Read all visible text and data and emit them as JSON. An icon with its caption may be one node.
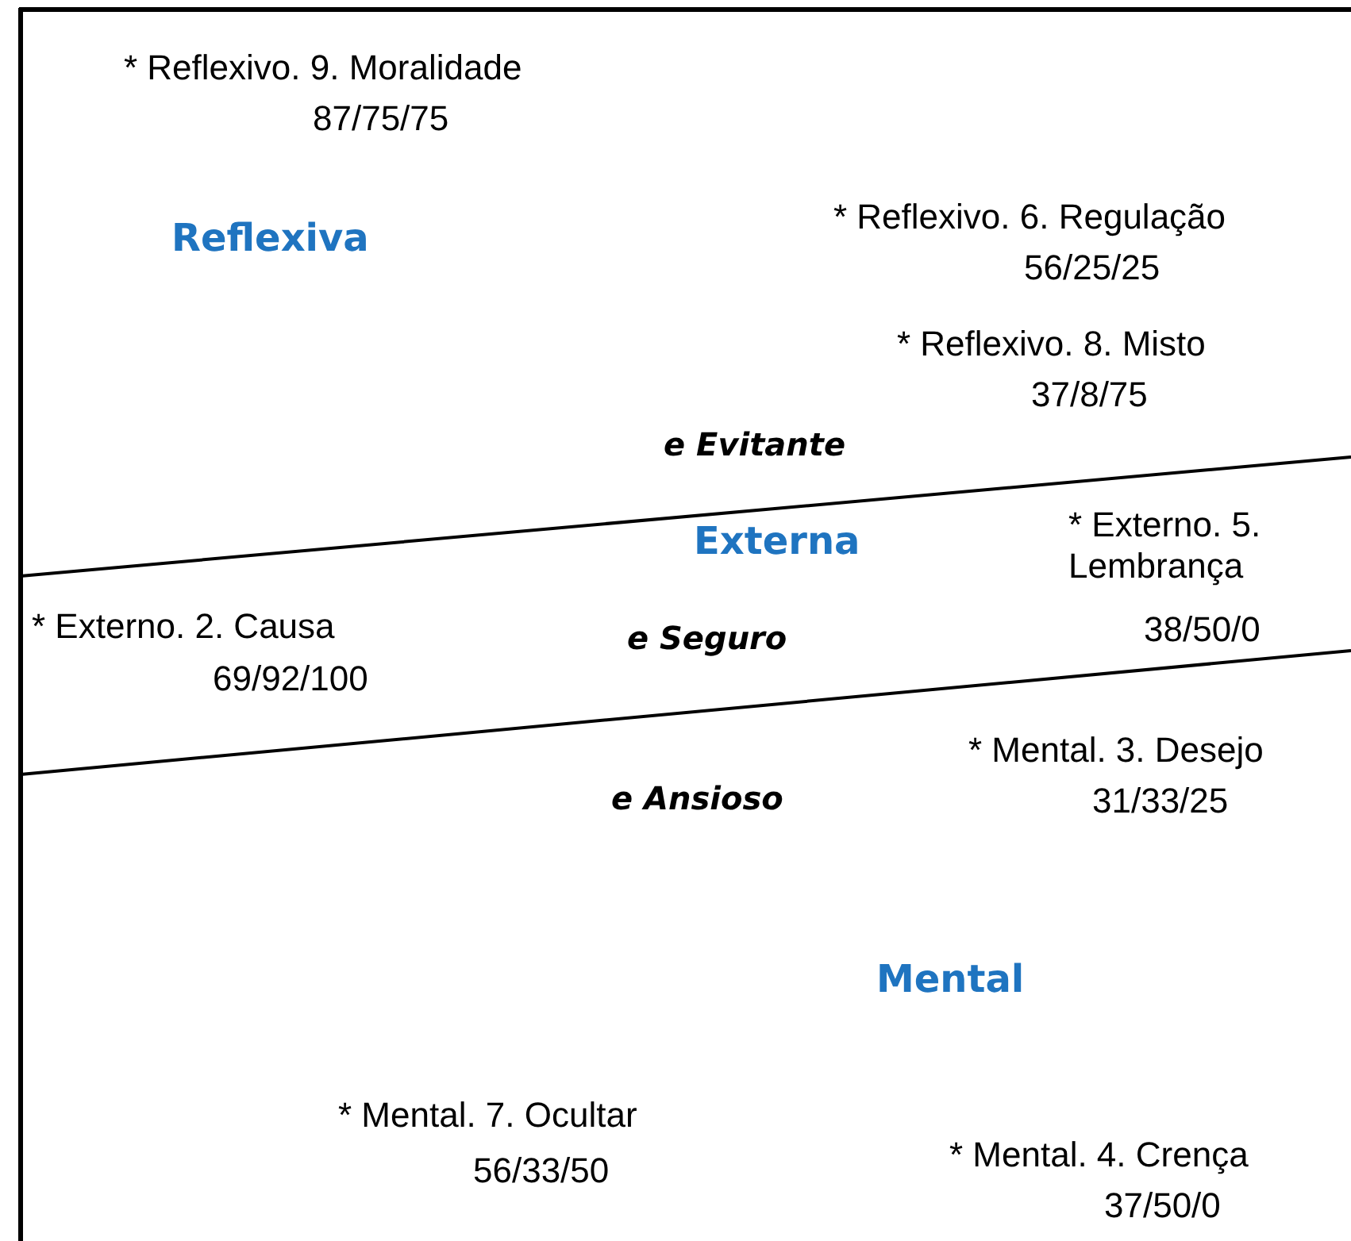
{
  "diagram": {
    "labels": [
      "* Reflexivo. 9. Moralidade",
      "87/75/75",
      "Reflexiva",
      "* Reflexivo. 6. Regulação",
      "56/25/25",
      "* Reflexivo. 8. Misto",
      "37/8/75",
      "e Evitante",
      "Externa",
      "* Externo. 5. Lembrança",
      "* Externo. 2. Causa",
      "69/92/100",
      "e Seguro",
      "38/50/0",
      "* Mental. 3. Desejo",
      "31/33/25",
      "e Ansioso",
      "Mental",
      "* Mental. 7. Ocultar",
      "56/33/50",
      "* Mental. 4. Crença",
      "37/50/0"
    ]
  }
}
